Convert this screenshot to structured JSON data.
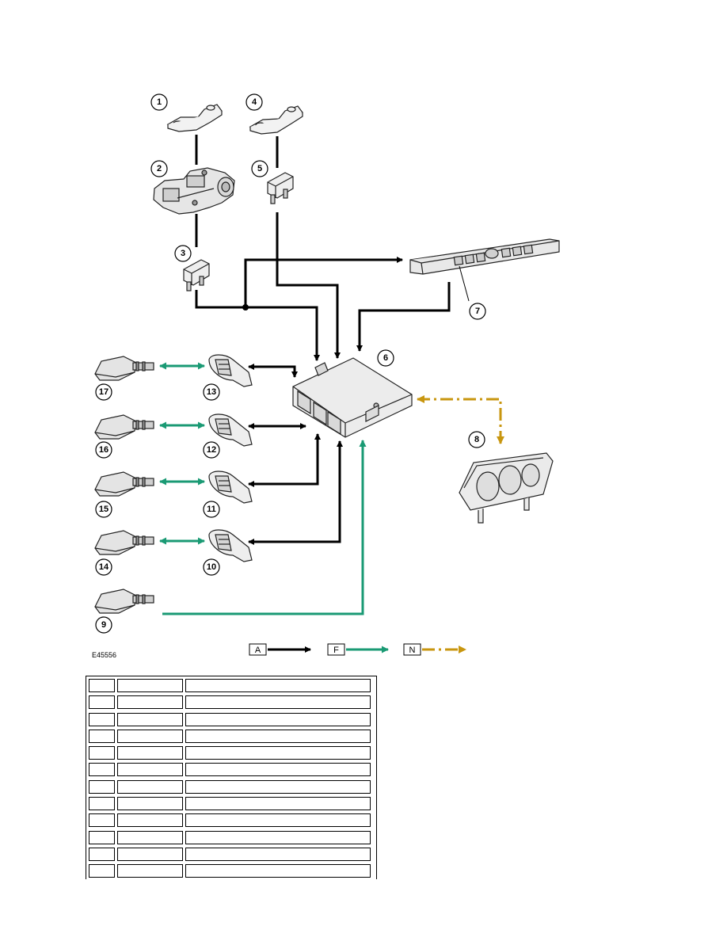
{
  "figure": {
    "id_label": "E45556",
    "callouts": [
      "1",
      "2",
      "3",
      "4",
      "5",
      "6",
      "7",
      "8",
      "9",
      "10",
      "11",
      "12",
      "13",
      "14",
      "15",
      "16",
      "17"
    ],
    "legend": [
      {
        "letter": "A",
        "color": "#000000"
      },
      {
        "letter": "F",
        "color": "#1a9a74"
      },
      {
        "letter": "N",
        "color": "#c8960f"
      }
    ],
    "colors": {
      "hardwired": "#000000",
      "rf": "#1a9a74",
      "can": "#c8960f"
    }
  },
  "table": {
    "rows": [
      [
        "",
        "",
        ""
      ],
      [
        "",
        "",
        ""
      ],
      [
        "",
        "",
        ""
      ],
      [
        "",
        "",
        ""
      ],
      [
        "",
        "",
        ""
      ],
      [
        "",
        "",
        ""
      ],
      [
        "",
        "",
        ""
      ],
      [
        "",
        "",
        ""
      ],
      [
        "",
        "",
        ""
      ],
      [
        "",
        "",
        ""
      ],
      [
        "",
        "",
        ""
      ],
      [
        "",
        "",
        ""
      ]
    ]
  }
}
